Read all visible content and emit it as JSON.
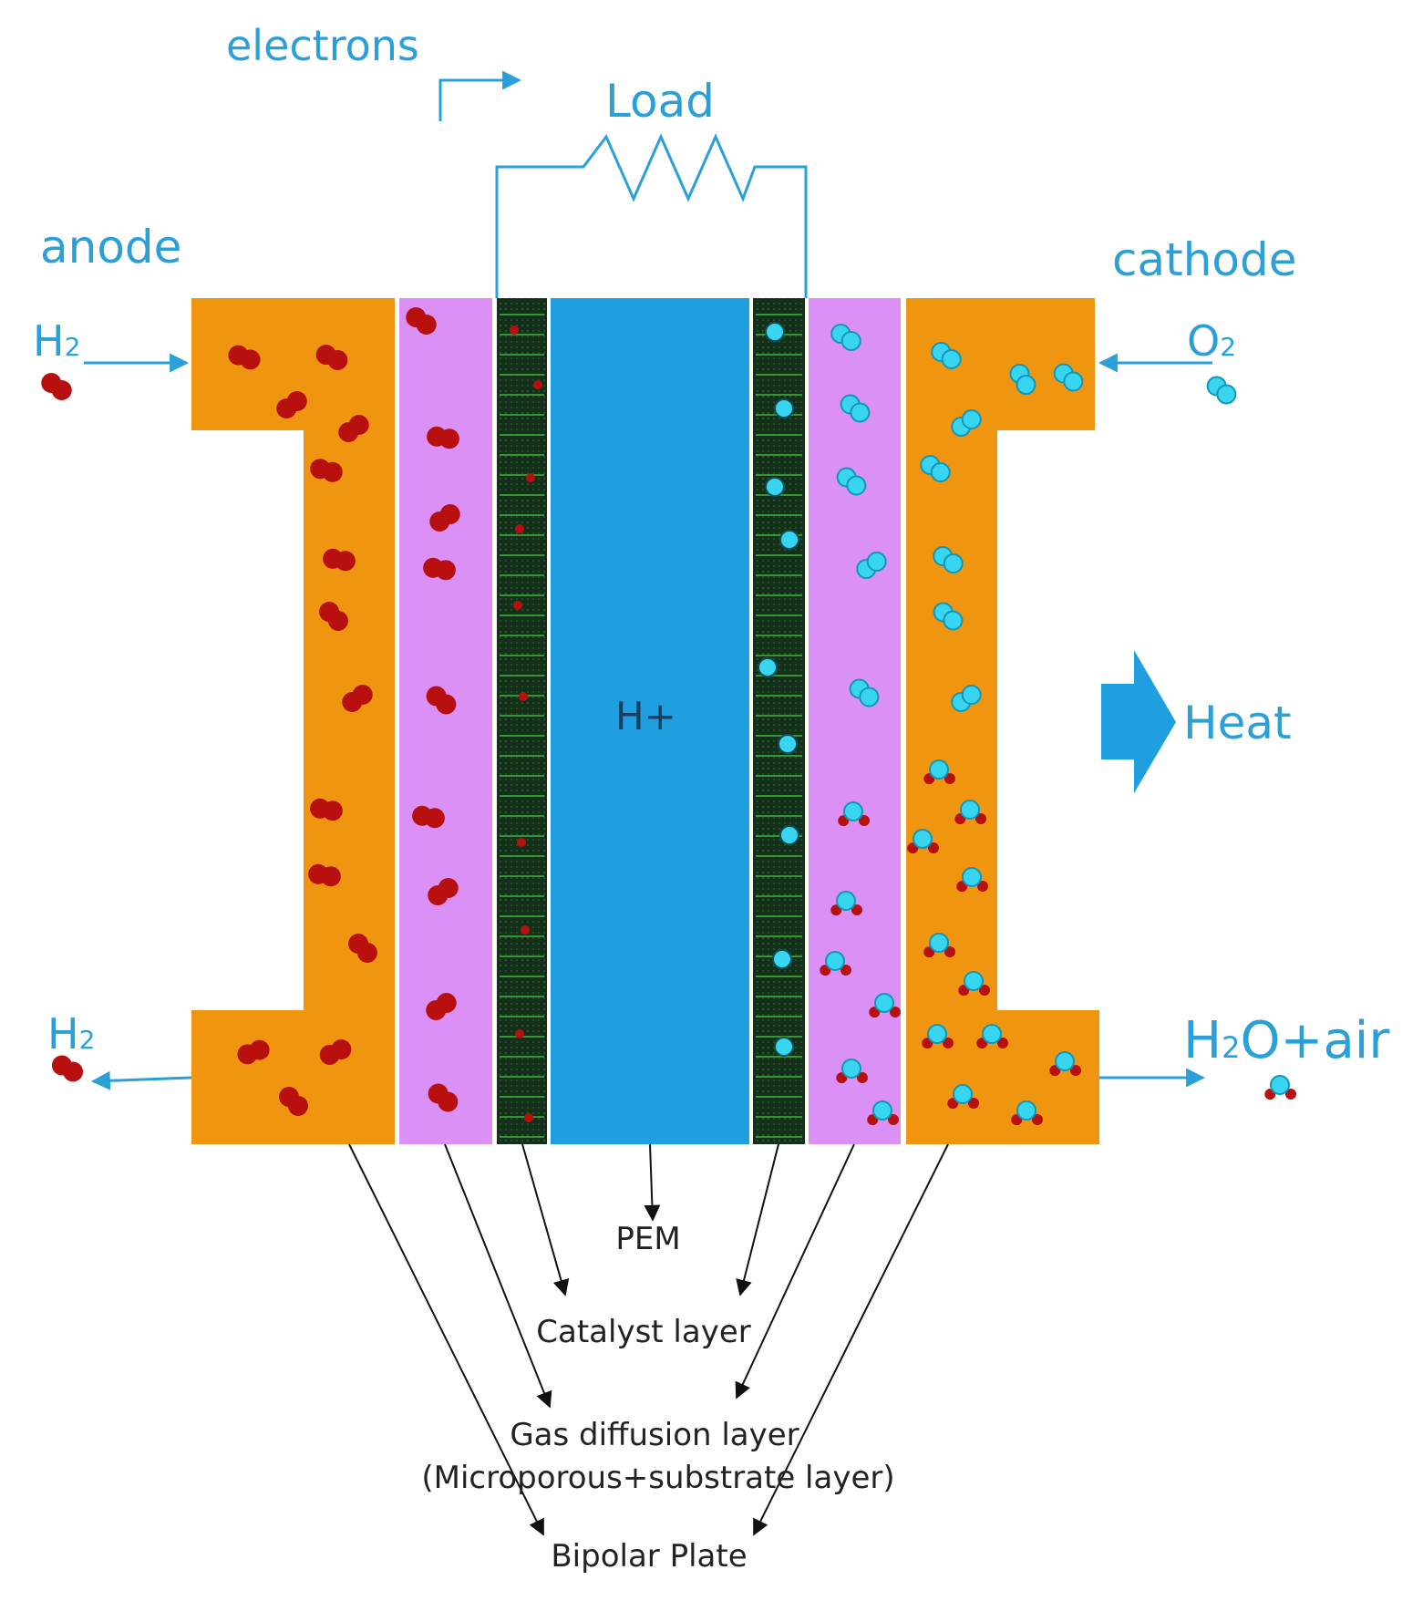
{
  "labels": {
    "electrons": "electrons",
    "load": "Load",
    "anode": "anode",
    "cathode": "cathode",
    "h2_in": "H",
    "h2_in_sub": "2",
    "o2_in": "O",
    "o2_in_sub": "2",
    "h2_out": "H",
    "h2_out_sub": "2",
    "h2o_air_h": "H",
    "h2o_air_sub": "2",
    "h2o_air_rest": "O+air",
    "h_plus": "H+",
    "heat": "Heat",
    "pem": "PEM",
    "catalyst_layer": "Catalyst layer",
    "gas_diffusion_layer": "Gas diffusion layer",
    "gas_diffusion_detail": "(Microporous+substrate layer)",
    "bipolar_plate": "Bipolar Plate"
  },
  "colors": {
    "bipolar_plate": "#f0950f",
    "gas_diffusion_layer": "#da90f5",
    "catalyst_layer": "#14301a",
    "catalyst_stripe": "#3fae3f",
    "pem": "#1f9fe0",
    "label_blue": "#2a9fd8",
    "hydrogen_atom": "#b80f0f",
    "oxygen_atom": "#38d5f0",
    "oxygen_outline": "#1296b8",
    "arrow_blue": "#2a9fd8",
    "callout_arrow": "#111111"
  }
}
